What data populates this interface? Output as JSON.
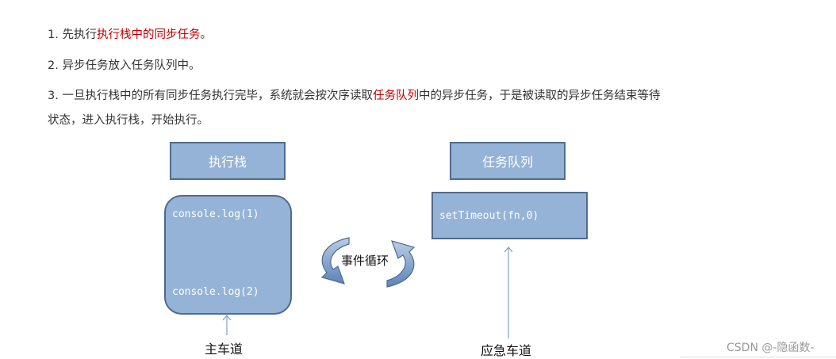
{
  "text": {
    "step1": {
      "prefix": "1. 先执行",
      "highlight": "执行栈中的同步任务",
      "suffix": "。"
    },
    "step2": "2. 异步任务放入任务队列中。",
    "step3": {
      "prefix": "3. 一旦执行栈中的所有同步任务执行完毕，系统就会按次序读取",
      "highlight": "任务队列",
      "suffix": "中的异步任务，于是被读取的异步任务结束等待",
      "line2": "状态，进入执行栈，开始执行。"
    }
  },
  "diagram": {
    "exec_stack": {
      "title": "执行栈",
      "items": [
        "console.log(1)",
        "console.log(2)"
      ]
    },
    "task_queue": {
      "title": "任务队列",
      "items": [
        "setTimeout(fn,0)"
      ]
    },
    "event_loop_label": "事件循环",
    "main_lane_label": "主车道",
    "emergency_lane_label": "应急车道"
  },
  "colors": {
    "box_fill": "#95b3d7",
    "box_border": "#4f6a8f",
    "highlight_red": "#c00000",
    "arrow": "#7f9fc7"
  },
  "watermark": "CSDN @-隐函数-"
}
